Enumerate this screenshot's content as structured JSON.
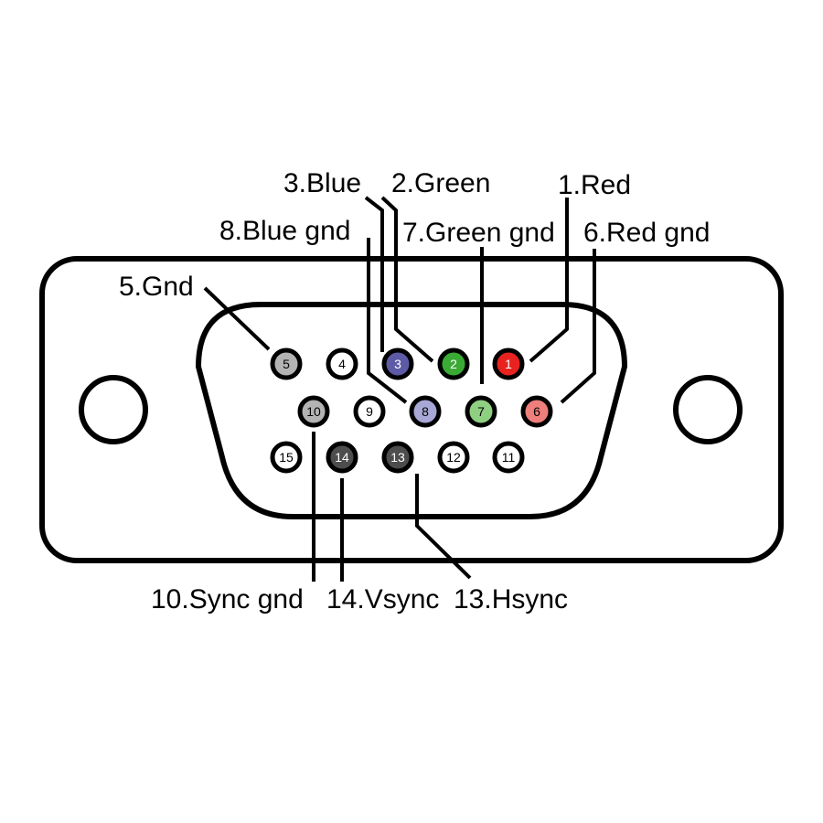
{
  "diagram": {
    "pins": [
      {
        "number": "1",
        "color": "#e8231f"
      },
      {
        "number": "2",
        "color": "#3aaa35"
      },
      {
        "number": "3",
        "color": "#5d5aa6"
      },
      {
        "number": "4",
        "color": "#ffffff"
      },
      {
        "number": "5",
        "color": "#b3b3b3"
      },
      {
        "number": "6",
        "color": "#ee7f7c"
      },
      {
        "number": "7",
        "color": "#8ecf82"
      },
      {
        "number": "8",
        "color": "#a7a8d6"
      },
      {
        "number": "9",
        "color": "#ffffff"
      },
      {
        "number": "10",
        "color": "#b3b3b3"
      },
      {
        "number": "11",
        "color": "#ffffff"
      },
      {
        "number": "12",
        "color": "#ffffff"
      },
      {
        "number": "13",
        "color": "#4d4d4d"
      },
      {
        "number": "14",
        "color": "#4d4d4d"
      },
      {
        "number": "15",
        "color": "#ffffff"
      }
    ],
    "labels": {
      "pin1": "1.Red",
      "pin2": "2.Green",
      "pin3": "3.Blue",
      "pin5": "5.Gnd",
      "pin6": "6.Red gnd",
      "pin7": "7.Green gnd",
      "pin8": "8.Blue gnd",
      "pin10": "10.Sync gnd",
      "pin13": "13.Hsync",
      "pin14": "14.Vsync"
    }
  }
}
